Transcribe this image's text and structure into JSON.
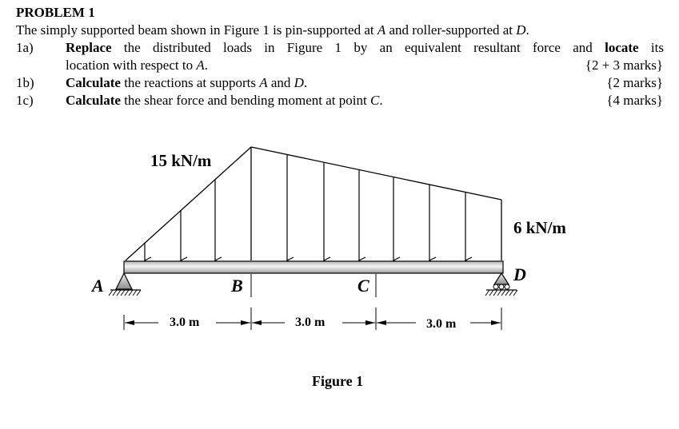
{
  "problem": {
    "title": "PROBLEM 1",
    "intro_pre": "The simply supported beam shown in Figure 1 is pin-supported at ",
    "intro_a": "A",
    "intro_mid": " and roller-supported at ",
    "intro_d": "D",
    "intro_end": "."
  },
  "questions": [
    {
      "num": "1a)",
      "bold1": "Replace",
      "text1": " the distributed loads in Figure 1 by an equivalent resultant force and ",
      "bold2": "locate",
      "text2": " its",
      "line2_pre": "location with respect to ",
      "line2_a": "A",
      "line2_end": ".",
      "marks": "{2 + 3 marks}"
    },
    {
      "num": "1b)",
      "bold1": "Calculate",
      "text1": " the reactions at supports ",
      "a": "A",
      "and": " and ",
      "d": "D",
      "end": ".",
      "marks": "{2 marks}"
    },
    {
      "num": "1c)",
      "bold1": "Calculate",
      "text1": " the shear force and bending moment at point ",
      "c": "C",
      "end": ".",
      "marks": "{4 marks}"
    }
  ],
  "figure": {
    "load_left_label": "15 kN/m",
    "load_right_label": "6 kN/m",
    "point_labels": {
      "A": "A",
      "B": "B",
      "C": "C",
      "D": "D"
    },
    "dimensions": [
      "3.0 m",
      "3.0 m",
      "3.0 m"
    ],
    "caption": "Figure 1",
    "load_peak_kNm": 15,
    "load_end_kNm": 6
  }
}
